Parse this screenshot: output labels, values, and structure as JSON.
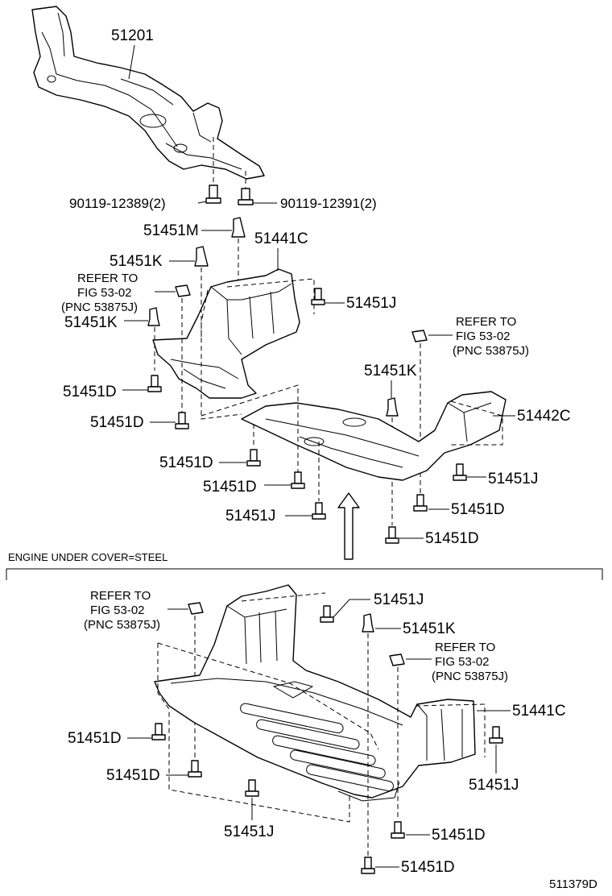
{
  "figure_id": "511379D",
  "section_label": "ENGINE UNDER COVER=STEEL",
  "refer_notes": [
    {
      "line1": "REFER TO",
      "line2": "FIG 53-02",
      "line3": "(PNC 53875J)"
    },
    {
      "line1": "REFER TO",
      "line2": "FIG 53-02",
      "line3": "(PNC 53875J)"
    },
    {
      "line1": "REFER TO",
      "line2": "FIG 53-02",
      "line3": "(PNC 53875J)"
    },
    {
      "line1": "REFER TO",
      "line2": "FIG 53-02",
      "line3": "(PNC 53875J)"
    }
  ],
  "callouts": [
    "51201",
    "90119-12389(2)",
    "90119-12391(2)",
    "51451M",
    "51441C",
    "51451K",
    "51451J",
    "51451K",
    "51451K",
    "51451D",
    "51451D",
    "51442C",
    "51451D",
    "51451J",
    "51451D",
    "51451D",
    "51451J",
    "51451D",
    "51451J",
    "51451K",
    "51441C",
    "51451D",
    "51451D",
    "51451J",
    "51451J",
    "51451D",
    "51451D"
  ]
}
